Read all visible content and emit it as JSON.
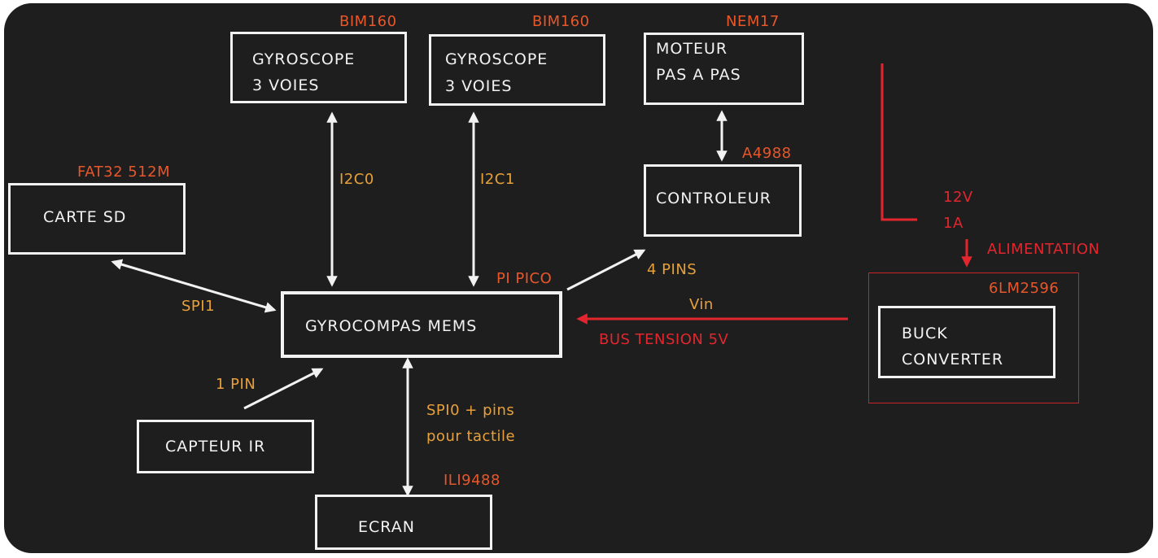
{
  "blocks": {
    "gyro1": {
      "line1": "GYROSCOPE",
      "line2": "3 VOIES",
      "part": "BIM160",
      "bus": "I2C0"
    },
    "gyro2": {
      "line1": "GYROSCOPE",
      "line2": "3 VOIES",
      "part": "BIM160",
      "bus": "I2C1"
    },
    "motor": {
      "line1": "MOTEUR",
      "line2": "PAS A PAS",
      "part": "NEM17"
    },
    "controller": {
      "label": "CONTROLEUR",
      "part": "A4988",
      "link": "4 PINS"
    },
    "sd": {
      "label": "CARTE SD",
      "part": "FAT32 512M",
      "bus": "SPI1"
    },
    "main": {
      "label": "GYROCOMPAS MEMS",
      "part": "PI PICO"
    },
    "ir": {
      "label": "CAPTEUR IR",
      "link": "1 PIN"
    },
    "screen": {
      "label": "ECRAN",
      "part": "ILI9488",
      "link_line1": "SPI0 + pins",
      "link_line2": "pour tactile"
    },
    "buck": {
      "line1": "BUCK",
      "line2": "CONVERTER",
      "part": "6LM2596"
    }
  },
  "power": {
    "voltage": "12V",
    "current": "1A",
    "label": "ALIMENTATION",
    "vin": "Vin",
    "bus": "BUS TENSION 5V"
  },
  "colors": {
    "background": "#1e1e1e",
    "box": "#f2f2f2",
    "part_label": "#e8572a",
    "link_label": "#e8a13a",
    "power": "#e3262e"
  }
}
